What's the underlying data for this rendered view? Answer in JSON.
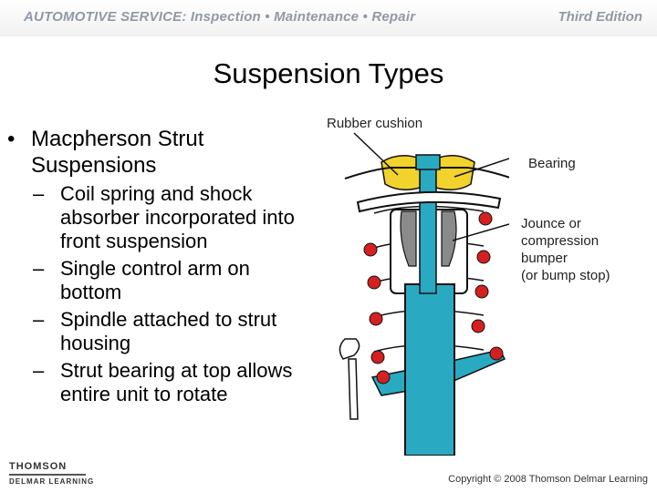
{
  "header": {
    "title": "AUTOMOTIVE SERVICE: Inspection • Maintenance • Repair",
    "edition": "Third Edition"
  },
  "slide": {
    "title": "Suspension Types",
    "bullet": {
      "marker": "•",
      "text": "Macpherson Strut Suspensions"
    },
    "sub_marker": "–",
    "sub_bullets": [
      "Coil spring and shock absorber incorporated into front suspension",
      "Single control arm on bottom",
      "Spindle attached to strut housing",
      "Strut bearing at top allows entire unit to rotate"
    ]
  },
  "diagram": {
    "labels": {
      "rubber_cushion": "Rubber cushion",
      "bearing": "Bearing",
      "jounce_line1": "Jounce or",
      "jounce_line2": "compression",
      "jounce_line3": "bumper",
      "jounce_line4": "(or bump stop)"
    },
    "colors": {
      "strut": "#2aa9c2",
      "spring": "#d42020",
      "cushion": "#f2d22c",
      "bumper": "#8a8a8a"
    }
  },
  "footer": {
    "publisher_line1": "THOMSON",
    "publisher_line2": "DELMAR LEARNING",
    "copyright": "Copyright © 2008 Thomson Delmar Learning"
  }
}
